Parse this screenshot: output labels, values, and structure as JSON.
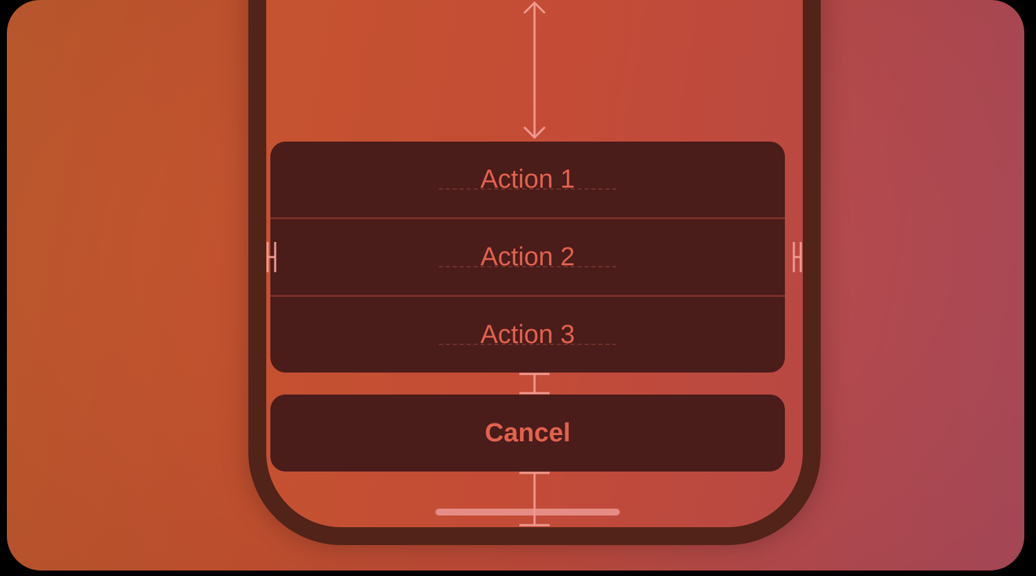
{
  "action_sheet": {
    "actions": [
      {
        "label": "Action 1"
      },
      {
        "label": "Action 2"
      },
      {
        "label": "Action 3"
      }
    ],
    "cancel_label": "Cancel"
  },
  "colors": {
    "background_gradient": [
      "#c05a2e",
      "#ac4a5a"
    ],
    "phone_frame": "#512319",
    "sheet_background": "#4a1c1a",
    "text_accent": "#e2624e",
    "measurement_marks": "#f09a90"
  },
  "icons": [
    "vertical-double-arrow-icon",
    "side-margin-marker-icon",
    "spacing-marker-icon"
  ]
}
